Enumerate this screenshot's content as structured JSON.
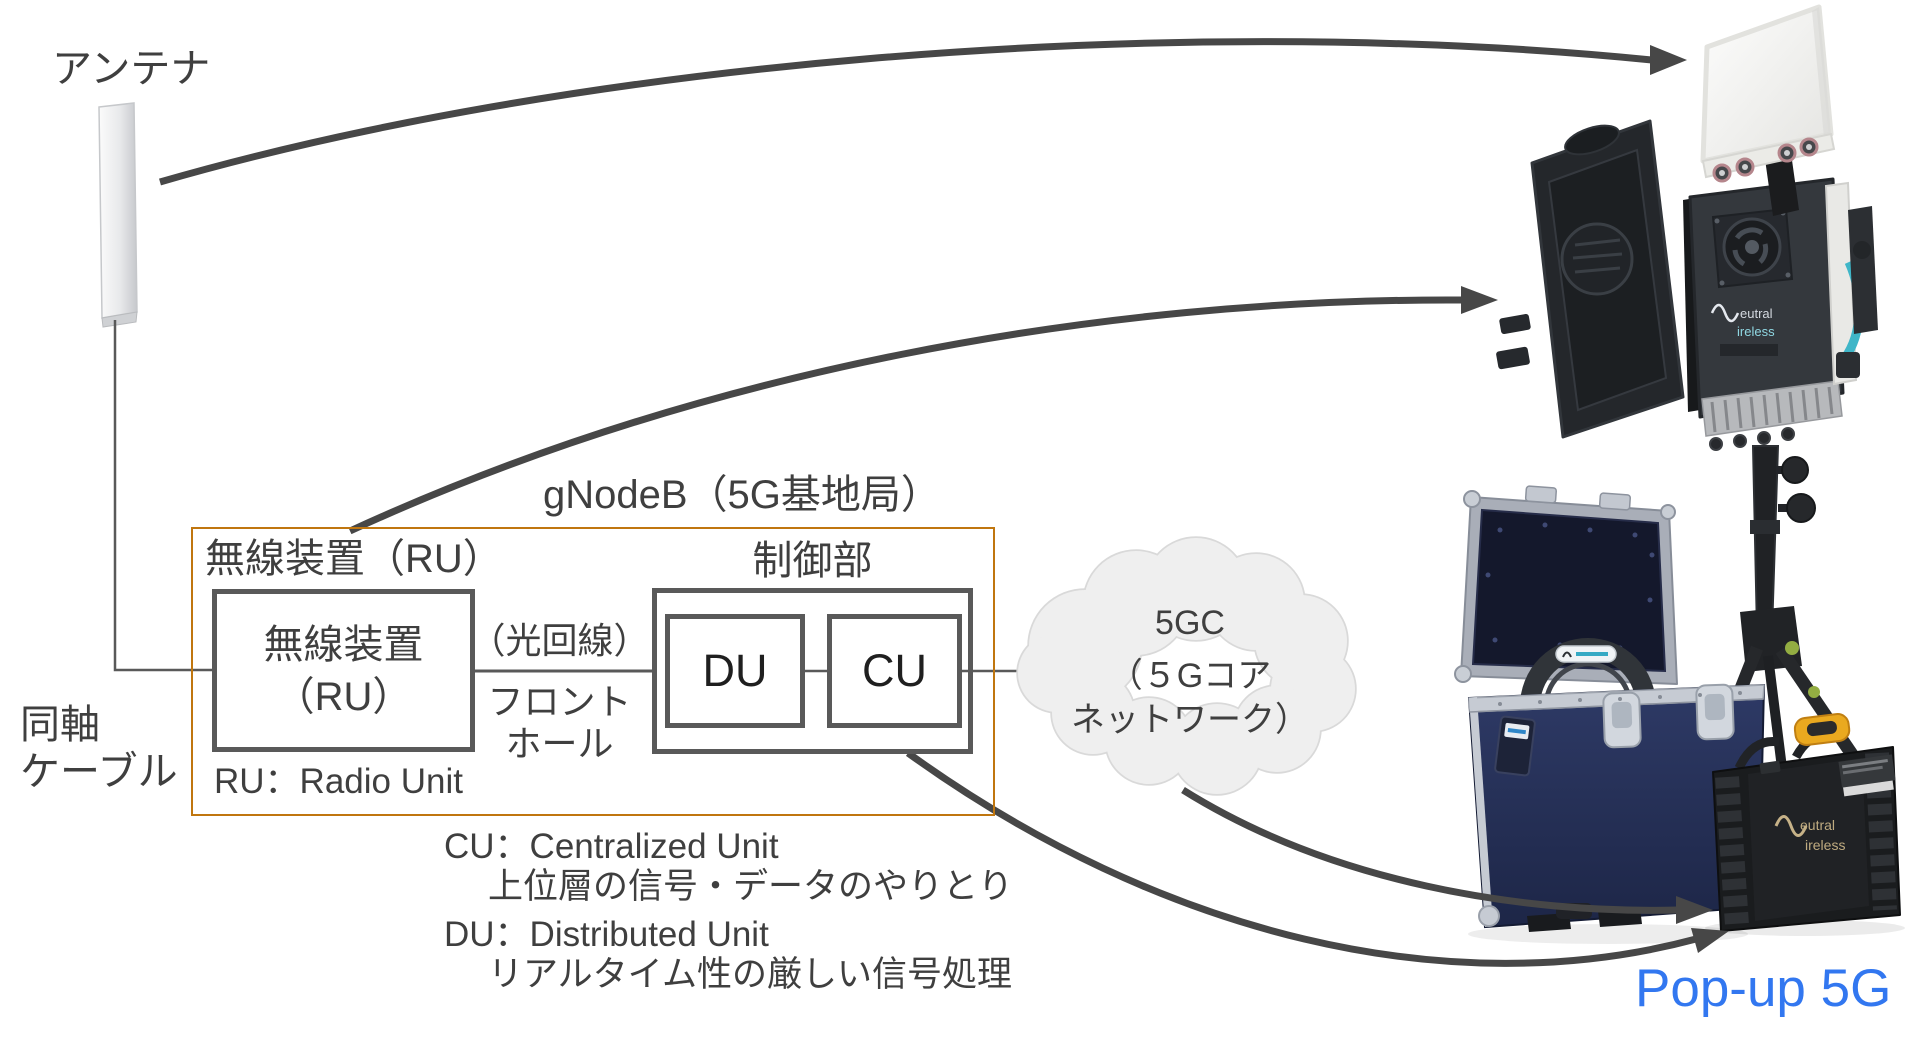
{
  "diagram": {
    "antenna_label": "アンテナ",
    "coax": {
      "line1": "同軸",
      "line2": "ケーブル"
    },
    "gnodeb": {
      "title": "gNodeB（5G基地局）",
      "ru_section_label": "無線装置（RU）",
      "ru_box": {
        "line1": "無線装置",
        "line2": "（RU）"
      },
      "ru_note": "RU：Radio Unit",
      "fronthaul": {
        "optical": "（光回線）",
        "name1": "フロント",
        "name2": "ホール"
      },
      "control_label": "制御部",
      "du_label": "DU",
      "cu_label": "CU"
    },
    "core_cloud": {
      "line1": "5GC",
      "line2": "（５Gコア",
      "line3": "ネットワーク）"
    },
    "notes": {
      "cu_title": "CU：Centralized Unit",
      "cu_desc": "上位層の信号・データのやりとり",
      "du_title": "DU：Distributed Unit",
      "du_desc": "リアルタイム性の厳しい信号処理"
    }
  },
  "product": {
    "label": "Pop-up 5G"
  },
  "brand": {
    "wave_top": "eutral",
    "wave_bottom": "ireless"
  },
  "colors": {
    "text": "#3f3f3f",
    "box_border": "#595959",
    "gnodeb_border": "#c0760f",
    "arrow": "#474747",
    "cloud_fill": "#efefef",
    "cloud_stroke": "#d9d9d9",
    "product_label": "#3277f0"
  }
}
